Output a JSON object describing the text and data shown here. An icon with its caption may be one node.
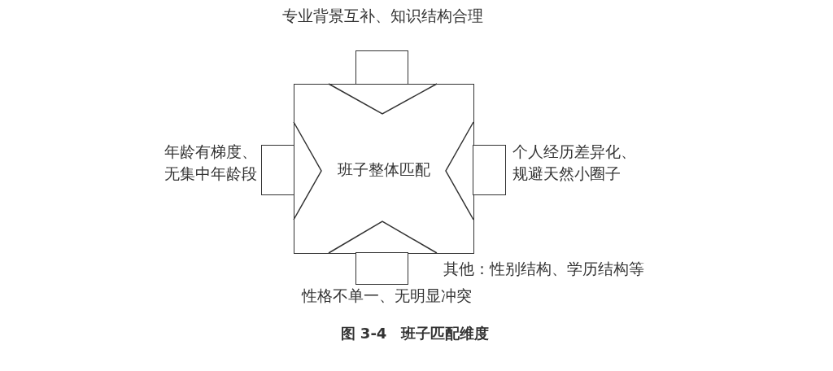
{
  "diagram": {
    "caption": "图 3-4　班子匹配维度",
    "nodes": [
      {
        "text": [
          "班子整体匹配"
        ]
      },
      {
        "text": [
          "专业背景互补、知识结构合理"
        ]
      },
      {
        "text": [
          "年龄有梯度、无集中年龄段"
        ]
      },
      {
        "text": [
          "个人经历差异化、规避天然小圈子"
        ]
      },
      {
        "text": [
          "性格不单一、无明显冲突"
        ]
      }
    ],
    "labels": [
      "其他：性别结构、学历结构等"
    ]
  }
}
